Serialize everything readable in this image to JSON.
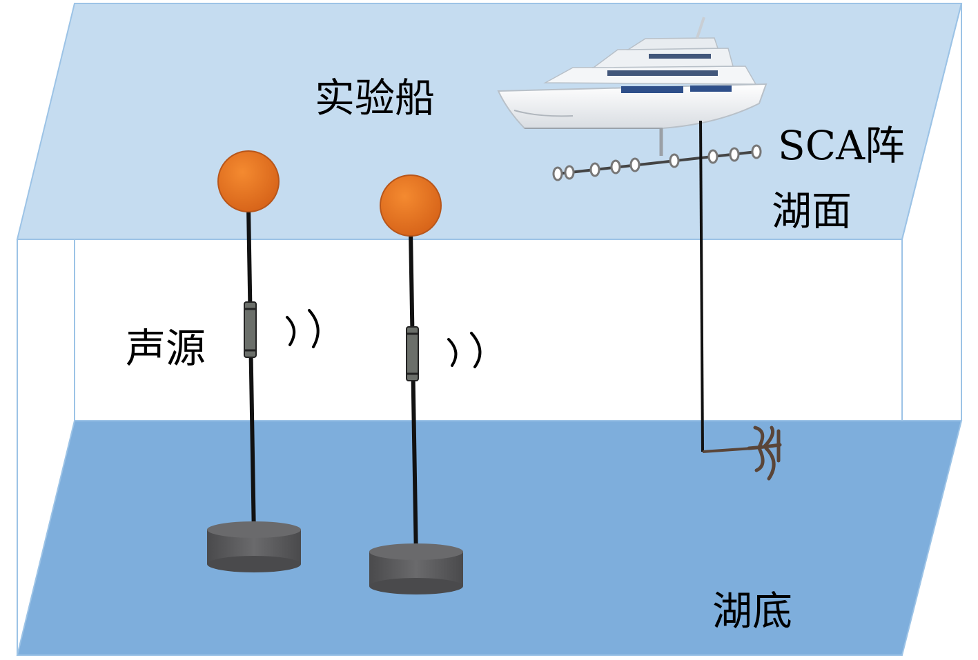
{
  "labels": {
    "ship": "实验船",
    "sca_array": "SCA阵",
    "lake_surface": "湖面",
    "sound_source": "声源",
    "lake_bottom": "湖底"
  },
  "colors": {
    "surface": "#c5dcf0",
    "bottom": "#7eaedc",
    "edge": "#9cc3e6",
    "buoy": "#e8731f",
    "anchor_weight": "#58595b",
    "rope": "#111111",
    "anchor": "#5a4538"
  },
  "icons": [
    "ship-icon",
    "anchor-icon",
    "sound-wave-icon"
  ]
}
